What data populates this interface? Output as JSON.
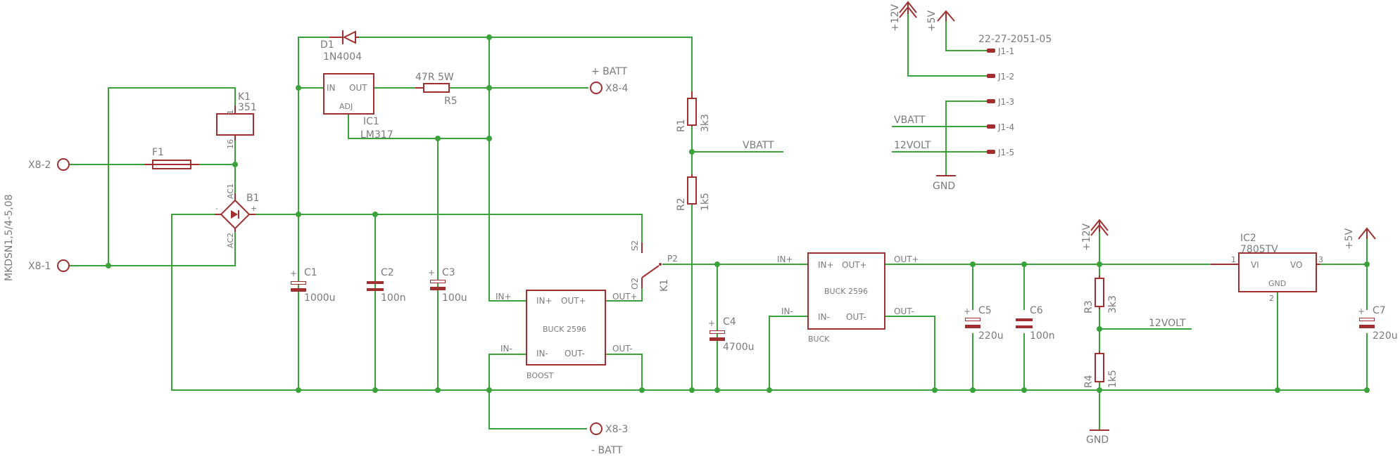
{
  "board": {
    "connector_name": "MKDSN1,5/4-5,08"
  },
  "terminals": {
    "x8_1": "X8-1",
    "x8_2": "X8-2",
    "x8_3": "X8-3",
    "x8_4": "X8-4"
  },
  "nets": {
    "batt_plus": "+ BATT",
    "batt_minus": "- BATT",
    "vbatt": "VBATT",
    "v12": "12VOLT",
    "plus12v": "+12V",
    "plus5v": "+5V",
    "gnd": "GND"
  },
  "parts": {
    "k1_name": "K1",
    "k1_value": "351",
    "k1_pin1": "1",
    "k1_pin16": "16",
    "f1_name": "F1",
    "b1_name": "B1",
    "b1_ac1": "AC1",
    "b1_ac2": "AC2",
    "b1_minus": "-",
    "b1_plus": "+",
    "d1_name": "D1",
    "d1_value": "1N4004",
    "ic1_name": "IC1",
    "ic1_value": "LM317",
    "ic1_in": "IN",
    "ic1_out": "OUT",
    "ic1_adj": "ADJ",
    "r5_name": "R5",
    "r5_value": "47R 5W",
    "r1_name": "R1",
    "r1_value": "3k3",
    "r2_name": "R2",
    "r2_value": "1k5",
    "c1_name": "C1",
    "c1_value": "1000u",
    "c2_name": "C2",
    "c2_value": "100n",
    "c3_name": "C3",
    "c3_value": "100u",
    "c4_name": "C4",
    "c4_value": "4700u",
    "c5_name": "C5",
    "c5_value": "220u",
    "c6_name": "C6",
    "c6_value": "100n",
    "c7_name": "C7",
    "c7_value": "220u",
    "r3_name": "R3",
    "r3_value": "3k3",
    "r4_name": "R4",
    "r4_value": "1k5",
    "cap_plus": "+",
    "switch_name": "K1",
    "switch_s2": "S2",
    "switch_o2": "O2",
    "switch_p2": "P2",
    "boost": {
      "title": "BUCK 2596",
      "tag": "BOOST",
      "in_plus": "IN+",
      "out_plus": "OUT+",
      "in_minus": "IN-",
      "out_minus": "OUT-"
    },
    "buck": {
      "title": "BUCK 2596",
      "tag": "BUCK",
      "in_plus": "IN+",
      "out_plus": "OUT+",
      "in_minus": "IN-",
      "out_minus": "OUT-"
    },
    "ic2_name": "IC2",
    "ic2_value": "7805TV",
    "ic2_vi": "VI",
    "ic2_vo": "VO",
    "ic2_gnd": "GND",
    "ic2_pin1": "1",
    "ic2_pin2": "2",
    "ic2_pin3": "3"
  },
  "net_labels": {
    "in_plus": "IN+",
    "in_minus": "IN-",
    "out_plus": "OUT+",
    "out_minus": "OUT-",
    "p2": "P2"
  },
  "header": {
    "part": "22-27-2051-05",
    "pins": [
      "J1-1",
      "J1-2",
      "J1-3",
      "J1-4",
      "J1-5"
    ]
  },
  "colors": {
    "wire": "#3aa23a",
    "part": "#a03030",
    "text": "#7a7a7a"
  }
}
